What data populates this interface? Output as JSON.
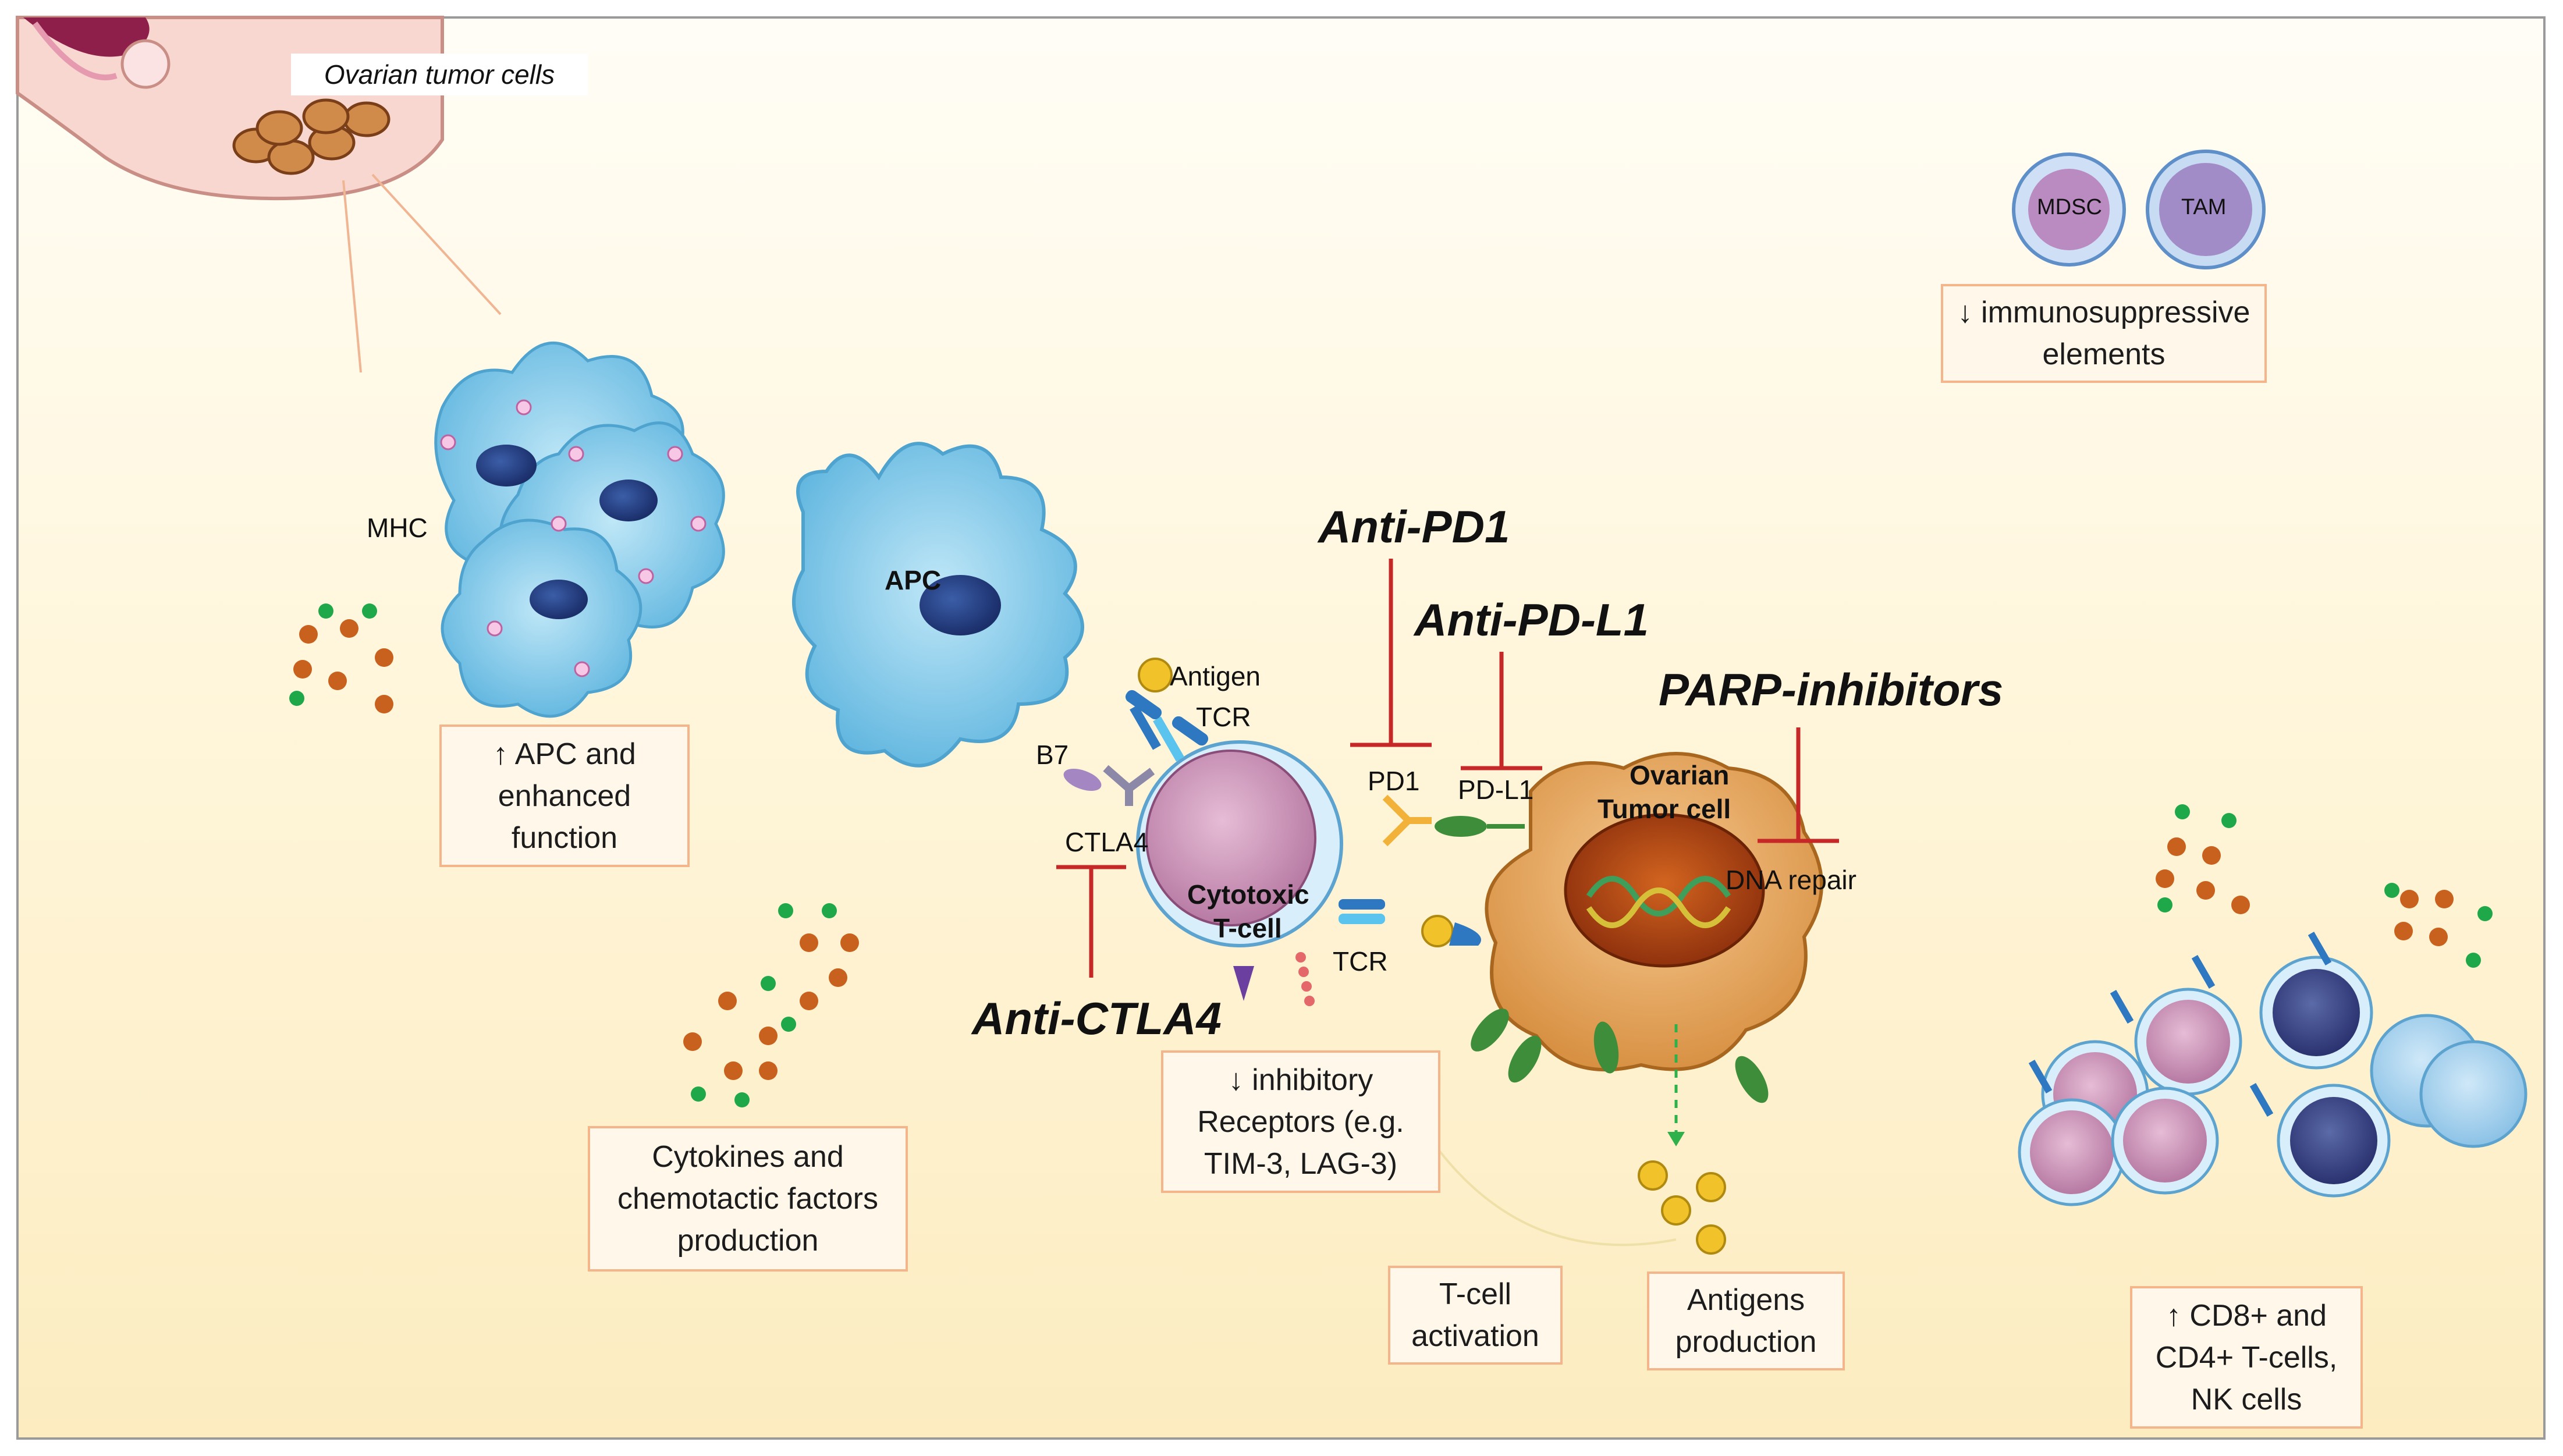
{
  "top_label": "Ovarian tumor cells",
  "drugs": {
    "anti_pd1": "Anti-PD1",
    "anti_pdl1": "Anti-PD-L1",
    "parp": "PARP-inhibitors",
    "anti_ctla4": "Anti-CTLA4"
  },
  "labels": {
    "mhc": "MHC",
    "apc": "APC",
    "antigen": "Antigen",
    "tcr_top": "TCR",
    "tcr_bottom": "TCR",
    "b7": "B7",
    "ctla4": "CTLA4",
    "pd1": "PD1",
    "pdl1": "PD-L1",
    "dna_repair": "DNA repair",
    "tcell_line1": "Cytotoxic",
    "tcell_line2": "T-cell",
    "tumor_line1": "Ovarian",
    "tumor_line2": "Tumor cell",
    "mdsc": "MDSC",
    "tam": "TAM"
  },
  "boxes": {
    "apc": [
      "↑ APC and",
      "enhanced",
      "function"
    ],
    "cytokines": [
      "Cytokines and",
      "chemotactic factors",
      "production"
    ],
    "inhibitory": [
      "↓ inhibitory",
      "Receptors (e.g.",
      "TIM-3, LAG-3)"
    ],
    "tcell_activation": [
      "T-cell",
      "activation"
    ],
    "antigens": [
      "Antigens",
      "production"
    ],
    "immunosuppressive": [
      "↓ immunosuppressive",
      "elements"
    ],
    "cd8": [
      "↑ CD8+ and",
      "CD4+ T-cells,",
      "NK cells"
    ]
  },
  "colors": {
    "inhibitor_line": "#c62828",
    "apc_cell": "#7cc8ea",
    "tcell": "#c78fb3",
    "tumor": "#e0a35c",
    "box_border": "#f4b58a",
    "cytokine_orange": "#c9611e",
    "cytokine_green": "#1fa84a"
  }
}
